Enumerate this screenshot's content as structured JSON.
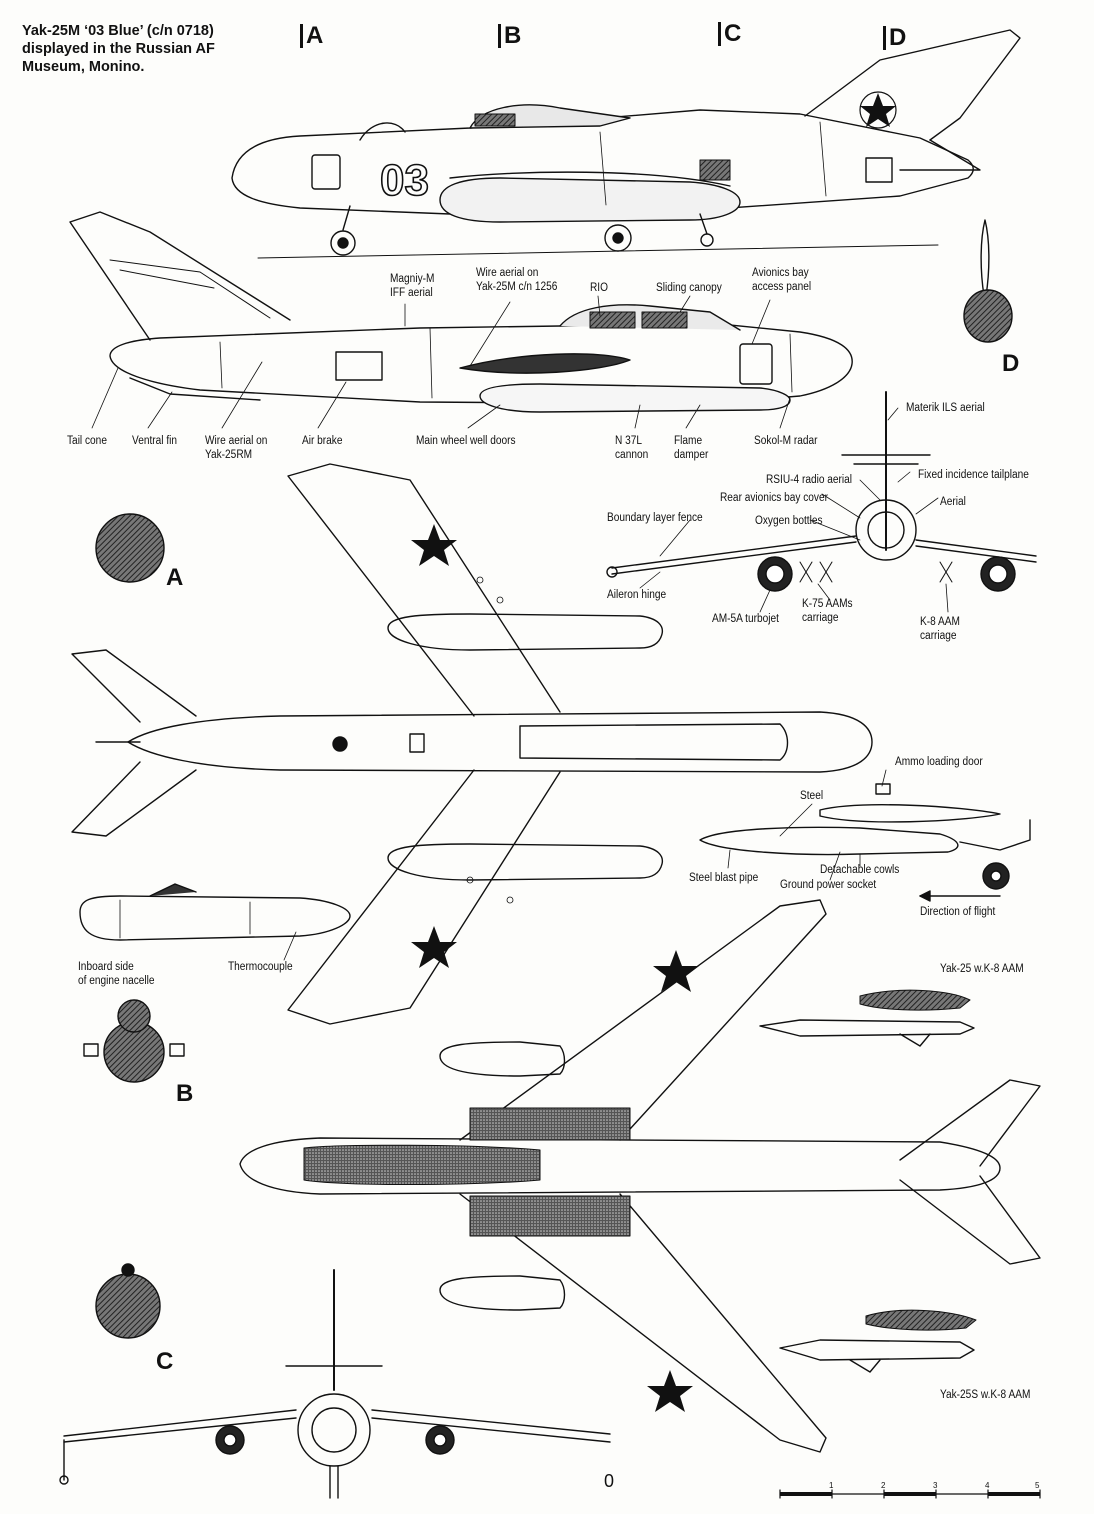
{
  "title": "Yak-25M ‘03 Blue’ (c/n 0718)\ndisplayed in the Russian AF\nMuseum, Monino.",
  "fuselage_code": "03",
  "sections": [
    "A",
    "B",
    "C",
    "D"
  ],
  "labels": {
    "magniy": "Magniy-M\nIFF aerial",
    "wire_25m": "Wire aerial on\nYak-25M c/n 1256",
    "rio": "RIO",
    "canopy": "Sliding canopy",
    "avionics_bay": "Avionics bay\naccess panel",
    "tail_cone": "Tail cone",
    "ventral_fin": "Ventral fin",
    "wire_25rm": "Wire aerial on\nYak-25RM",
    "air_brake": "Air brake",
    "wheel_doors": "Main wheel well doors",
    "cannon": "N 37L\ncannon",
    "flame_damper": "Flame\ndamper",
    "sokol": "Sokol-M radar",
    "materik": "Materik ILS aerial",
    "rsiu": "RSIU-4 radio aerial",
    "tailplane": "Fixed incidence tailplane",
    "rear_avionics": "Rear avionics bay cover",
    "aerial": "Aerial",
    "oxygen": "Oxygen bottles",
    "boundary_fence": "Boundary layer fence",
    "aileron_hinge": "Aileron hinge",
    "k75": "K-75 AAMs\ncarriage",
    "am5a": "AM-5A turbojet",
    "k8_carriage": "K-8 AAM\ncarriage",
    "ammo_door": "Ammo loading door",
    "steel": "Steel",
    "blast_pipe": "Steel blast pipe",
    "cowls": "Detachable cowls",
    "ground_power": "Ground power socket",
    "direction": "Direction of flight",
    "inboard": "Inboard side\nof engine nacelle",
    "thermocouple": "Thermocouple",
    "yak25_k8": "Yak-25 w.K-8 AAM",
    "yak25s_k8": "Yak-25S w.K-8 AAM"
  },
  "scale": {
    "zero": "0",
    "ticks": [
      "1",
      "2",
      "3",
      "4",
      "5"
    ]
  },
  "colors": {
    "ink": "#111111",
    "paper": "#fdfdfb",
    "shade": "#444444"
  }
}
